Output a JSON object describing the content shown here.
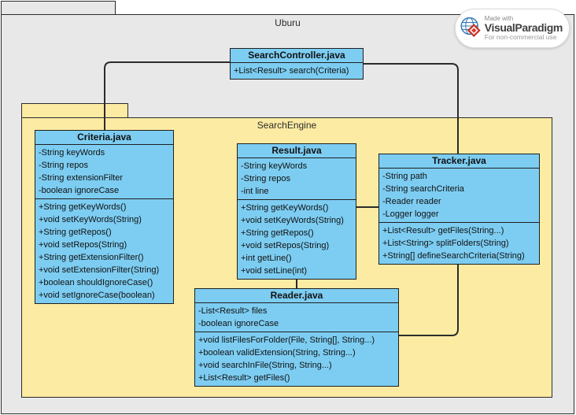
{
  "outer_package": {
    "name": "Uburu"
  },
  "inner_package": {
    "name": "SearchEngine"
  },
  "classes": [
    {
      "title": "SearchController.java",
      "attributes": [],
      "operations": [
        "+List<Result> search(Criteria)"
      ]
    },
    {
      "title": "Criteria.java",
      "attributes": [
        "-String keyWords",
        "-String repos",
        "-String extensionFilter",
        "-boolean ignoreCase"
      ],
      "operations": [
        "+String getKeyWords()",
        "+void setKeyWords(String)",
        "+String getRepos()",
        "+void setRepos(String)",
        "+String getExtensionFilter()",
        "+void setExtensionFilter(String)",
        "+boolean shouldIgnoreCase()",
        "+void setIgnoreCase(boolean)"
      ]
    },
    {
      "title": "Result.java",
      "attributes": [
        "-String keyWords",
        "-String repos",
        "-int line"
      ],
      "operations": [
        "+String getKeyWords()",
        "+void setKeyWords(String)",
        "+String getRepos()",
        "+void setRepos(String)",
        "+int getLine()",
        "+void setLine(int)"
      ]
    },
    {
      "title": "Tracker.java",
      "attributes": [
        "-String path",
        "-String searchCriteria",
        "-Reader reader",
        "-Logger logger"
      ],
      "operations": [
        "+List<Result> getFiles(String...)",
        "+List<String> splitFolders(String)",
        "+String[] defineSearchCriteria(String)"
      ]
    },
    {
      "title": "Reader.java",
      "attributes": [
        "-List<Result> files",
        "-boolean ignoreCase"
      ],
      "operations": [
        "+void listFilesForFolder(File, String[], String...)",
        "+boolean validExtension(String, String...)",
        "+void searchInFile(String, String...)",
        "+List<Result> getFiles()"
      ]
    }
  ],
  "badge": {
    "made_with": "Made with",
    "brand": "VisualParadigm",
    "license": "For non-commercial use"
  },
  "colors": {
    "class_fill": "#7DCDF2",
    "package_fill": "#FCEBA3",
    "outer_package_fill": "#E8E8E8",
    "border": "#1F1F1F",
    "connector": "#2B2B2B",
    "badge_red": "#D8372B",
    "badge_blue": "#3579B8"
  }
}
